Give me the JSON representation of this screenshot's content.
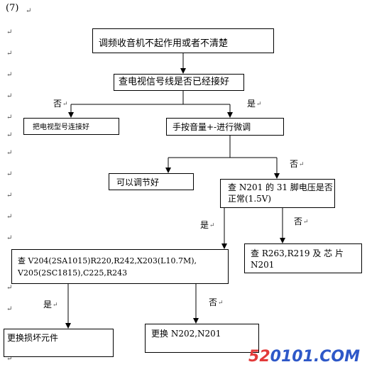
{
  "heading": "(7)",
  "nodes": {
    "start": "调频收音机不起作用或者不清楚",
    "check_cable": "查电视信号线是否已经接好",
    "connect_tv": "把电视型号连接好",
    "adjust_volume": "手按音量+-进行微调",
    "adjustable": "可以调节好",
    "check_voltage_line1": "查 N201 的 31 脚电压是否",
    "check_voltage_line2": "正常(1.5V)",
    "check_components_line1": "查 V204(2SA1015)R220,R242,X203(L10.7M),",
    "check_components_line2": "V205(2SC1815),C225,R243",
    "check_chip_line1": "查  R263,R219  及 芯 片",
    "check_chip_line2": "N201",
    "replace_damaged": "更换损坏元件",
    "replace_ic": "更换 N202,N201"
  },
  "edge_labels": {
    "no_1": "否",
    "yes_1": "是",
    "no_2": "否",
    "yes_2": "是",
    "no_3": "否",
    "yes_3": "是",
    "no_4": "否"
  },
  "watermark": {
    "part1": "52",
    "part2": "0101",
    "part3": ".COM"
  }
}
